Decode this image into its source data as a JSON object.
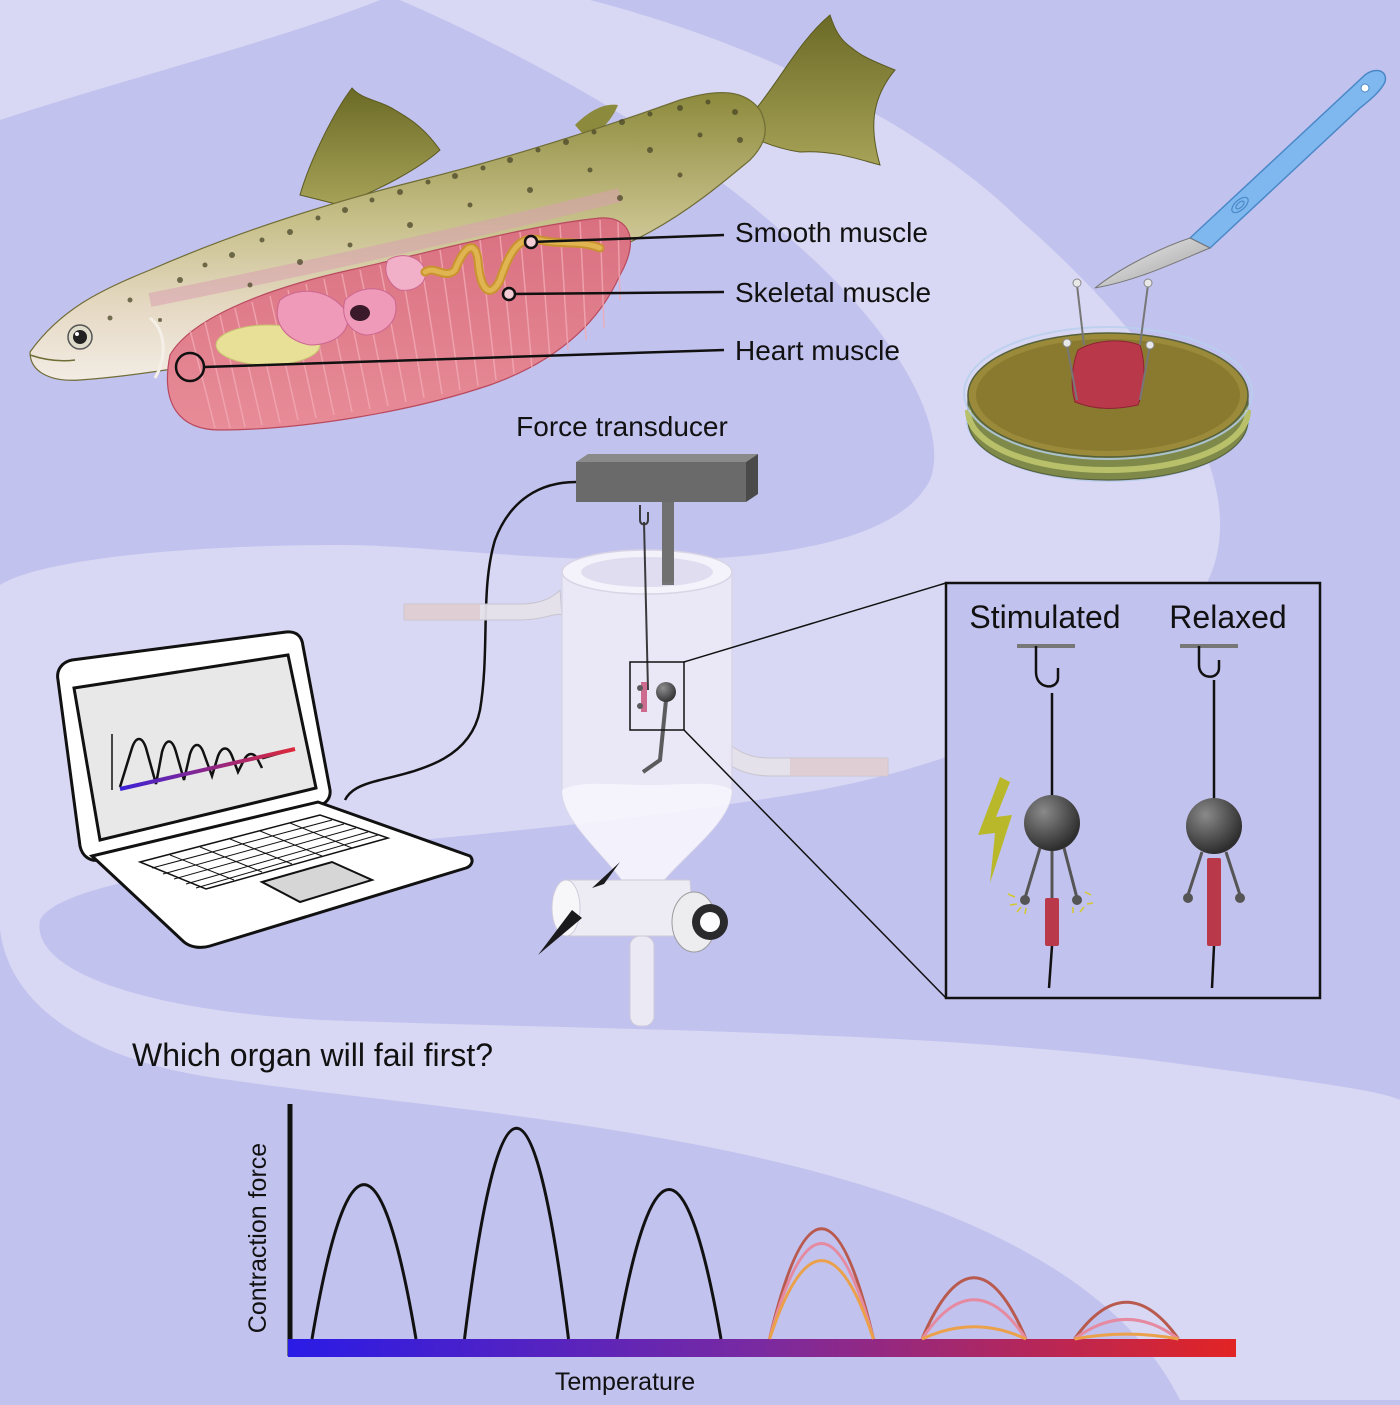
{
  "labels": {
    "smooth_muscle": "Smooth muscle",
    "skeletal_muscle": "Skeletal muscle",
    "heart_muscle": "Heart muscle",
    "force_transducer": "Force transducer",
    "stimulated": "Stimulated",
    "relaxed": "Relaxed",
    "question": "Which organ will fail first?",
    "y_axis": "Contraction force",
    "x_axis": "Temperature"
  },
  "colors": {
    "background": "#c2c2ee",
    "band": "#d8d8f4",
    "gradient_cold": "#2a1be6",
    "gradient_hot": "#e22424",
    "muscle_tissue": "#b9384a",
    "heart_trace": "#b85a4e",
    "skeletal_trace": "#e58aa0",
    "smooth_trace": "#eba04a",
    "lightning": "#b8b82a"
  },
  "icons": [
    "fish",
    "scalpel",
    "petri-dish",
    "force-transducer",
    "organ-bath",
    "laptop",
    "lightning-bolt",
    "electrode"
  ],
  "chart_data": {
    "type": "line",
    "title": "",
    "xlabel": "Temperature",
    "ylabel": "Contraction force",
    "note": "Schematic: six successive twitch contractions with increasing temperature; from the 4th onward the traces split into three muscle types.",
    "contractions": [
      {
        "peaks": [
          {
            "tissue": "all",
            "value": 0.63
          }
        ]
      },
      {
        "peaks": [
          {
            "tissue": "all",
            "value": 0.86
          }
        ]
      },
      {
        "peaks": [
          {
            "tissue": "all",
            "value": 0.61
          }
        ]
      },
      {
        "peaks": [
          {
            "tissue": "heart",
            "value": 0.45
          },
          {
            "tissue": "skeletal",
            "value": 0.39
          },
          {
            "tissue": "smooth",
            "value": 0.32
          }
        ]
      },
      {
        "peaks": [
          {
            "tissue": "heart",
            "value": 0.25
          },
          {
            "tissue": "skeletal",
            "value": 0.16
          },
          {
            "tissue": "smooth",
            "value": 0.05
          }
        ]
      },
      {
        "peaks": [
          {
            "tissue": "heart",
            "value": 0.15
          },
          {
            "tissue": "skeletal",
            "value": 0.08
          },
          {
            "tissue": "smooth",
            "value": 0.02
          }
        ]
      }
    ]
  }
}
